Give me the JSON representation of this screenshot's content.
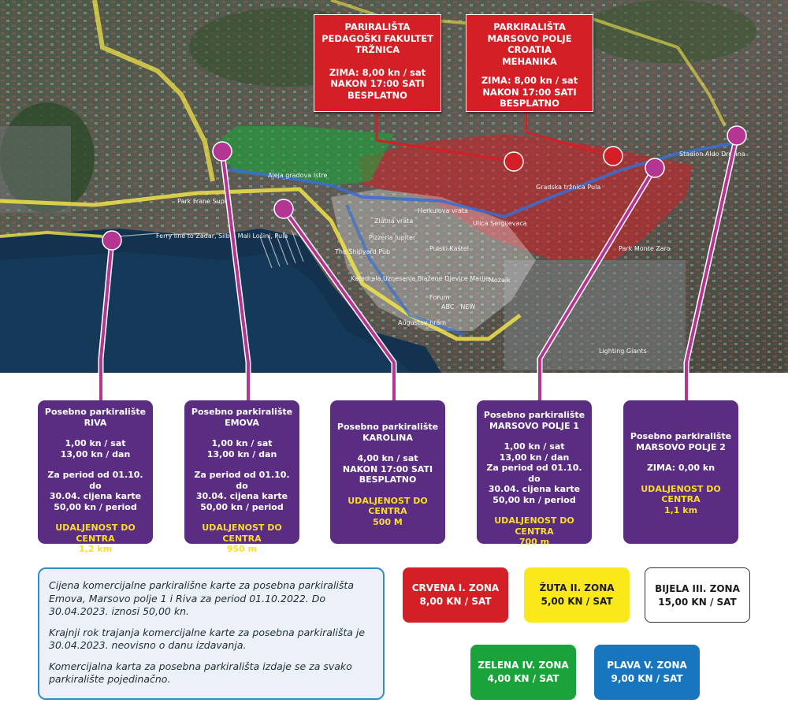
{
  "map": {
    "labels": [
      "Park Frane Supila",
      "Ferry line to Zadar, Silba, Mali Lošinj, Pula",
      "Aleja gradova Istre",
      "Pizzeria Jupiter",
      "The Shipyard Pub",
      "Katedrala Uznesenja Blažene Djevice Marije",
      "Augustov hram",
      "Forum",
      "Herkulova vrata",
      "Zlatna vrata",
      "Pulski Kaštel",
      "Park Monte Zaro",
      "Lighting Giants",
      "Gradska tržnica Pula",
      "ABC - NEW",
      "Mozaik",
      "Ulica Sergijevaca",
      "Stadion Aldo Drosina"
    ]
  },
  "red_boxes": [
    {
      "lines": [
        "PARIRALIŠTA",
        "PEDAGOŠKI FAKULTET",
        "TRŽNICA"
      ],
      "rate": [
        "ZIMA: 8,00 kn / sat",
        "NAKON 17:00 SATI",
        "BESPLATNO"
      ]
    },
    {
      "lines": [
        "PARKIRALIŠTA",
        "MARSOVO POLJE",
        "CROATIA",
        "MEHANIKA"
      ],
      "rate": [
        "ZIMA: 8,00 kn / sat",
        "NAKON 17:00 SATI",
        "BESPLATNO"
      ]
    }
  ],
  "cards": [
    {
      "title": [
        "Posebno parkiralište",
        "RIVA"
      ],
      "prices": [
        "1,00 kn / sat",
        "13,00 kn / dan"
      ],
      "period": [
        "Za period od 01.10. do",
        "30.04. cijena karte",
        "50,00 kn / period"
      ],
      "dist_label": [
        "UDALJENOST DO",
        "CENTRA"
      ],
      "dist": "1,2 km"
    },
    {
      "title": [
        "Posebno parkiralište",
        "EMOVA"
      ],
      "prices": [
        "1,00 kn / sat",
        "13,00 kn / dan"
      ],
      "period": [
        "Za period od 01.10. do",
        "30.04. cijena karte",
        "50,00 kn / period"
      ],
      "dist_label": [
        "UDALJENOST DO",
        "CENTRA"
      ],
      "dist": "950 m"
    },
    {
      "title": [
        "Posebno parkiralište",
        "KAROLINA"
      ],
      "prices": [
        "4,00 kn / sat",
        "NAKON 17:00 SATI",
        "BESPLATNO"
      ],
      "period": [],
      "dist_label": [
        "UDALJENOST DO",
        "CENTRA"
      ],
      "dist": "500 M"
    },
    {
      "title": [
        "Posebno parkiralište",
        "MARSOVO POLJE 1"
      ],
      "prices": [
        "1,00 kn / sat",
        "13,00 kn / dan"
      ],
      "period": [
        "Za period od 01.10. do",
        "30.04. cijena karte",
        "50,00 kn / period"
      ],
      "dist_label": [
        "UDALJENOST DO",
        "CENTRA"
      ],
      "dist": "700 m"
    },
    {
      "title": [
        "Posebno parkiralište",
        "MARSOVO POLJE 2"
      ],
      "prices": [
        "ZIMA: 0,00 kn"
      ],
      "period": [],
      "dist_label": [
        "UDALJENOST DO",
        "CENTRA"
      ],
      "dist": "1,1 km"
    }
  ],
  "note": [
    "Cijena komercijalne parkirališne karte za posebna parkirališta Emova, Marsovo polje 1 i Riva za period 01.10.2022. Do 30.04.2023. iznosi 50,00 kn.",
    "Krajnji rok trajanja komercijalne karte za posebna parkirališta je 30.04.2023. neovisno o danu izdavanja.",
    "Komercijalna karta za posebna parkirališta izdaje se za svako parkiralište pojedinačno."
  ],
  "zones": [
    {
      "name": "CRVENA I. ZONA",
      "price": "8,00 KN / SAT",
      "bg": "#d41f26",
      "fg": "#ffffff"
    },
    {
      "name": "ŽUTA II. ZONA",
      "price": "5,00 KN / SAT",
      "bg": "#fbe81a",
      "fg": "#1a1a1a"
    },
    {
      "name": "BIJELA III. ZONA",
      "price": "15,00 KN / SAT",
      "bg": "#ffffff",
      "fg": "#1a1a1a"
    },
    {
      "name": "ZELENA IV. ZONA",
      "price": "4,00 KN / SAT",
      "bg": "#1aa33a",
      "fg": "#ffffff"
    },
    {
      "name": "PLAVA V. ZONA",
      "price": "9,00 KN / SAT",
      "bg": "#1776bd",
      "fg": "#ffffff"
    }
  ],
  "colors": {
    "purple": "#5a2d82",
    "connector": "#b43592",
    "red": "#d41f26",
    "note_border": "#2f8fc9",
    "distance_text": "#fbdc2a"
  }
}
